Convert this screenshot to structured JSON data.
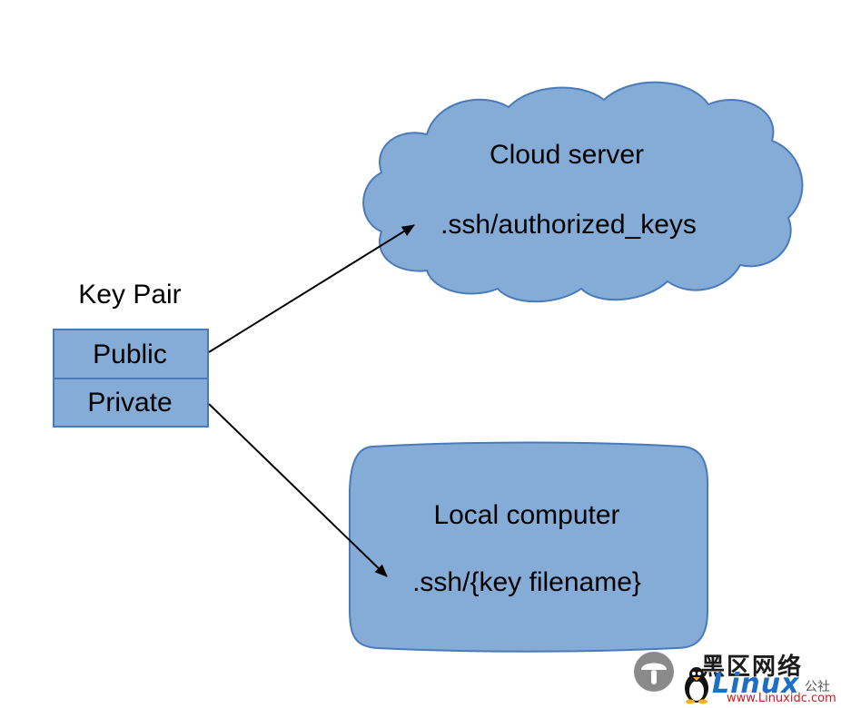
{
  "key_pair": {
    "title": "Key Pair",
    "public_label": "Public",
    "private_label": "Private"
  },
  "cloud_server": {
    "title": "Cloud server",
    "path": ".ssh/authorized_keys"
  },
  "local_computer": {
    "title": "Local computer",
    "path": ".ssh/{key filename}"
  },
  "watermark": {
    "chinese": "黑区网络",
    "brand": "Linux",
    "suffix": "公社",
    "url": "www.Linuxidc.com"
  },
  "colors": {
    "shape_fill": "#84acd6",
    "shape_stroke": "#4a7ab8",
    "arrow": "#000000",
    "watermark_brand": "#1c6fc4",
    "watermark_url": "#c21f1f"
  }
}
